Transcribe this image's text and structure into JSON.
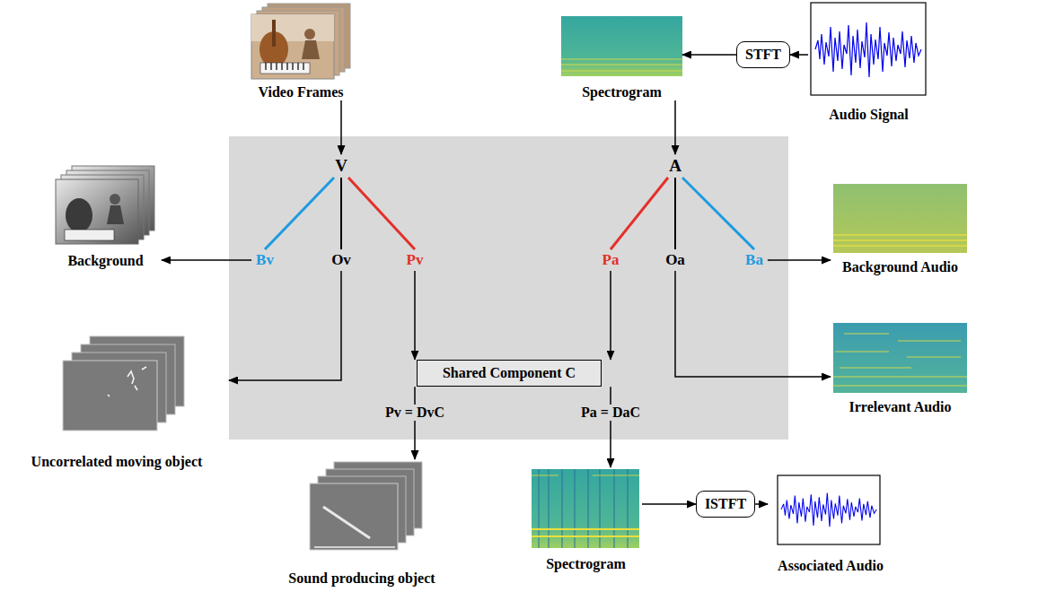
{
  "diagram": {
    "nodes": [
      {
        "text": [
          "Video Frames"
        ]
      },
      {
        "text": [
          "Spectrogram"
        ]
      },
      {
        "text": [
          "STFT"
        ]
      },
      {
        "text": [
          "Audio Signal"
        ]
      },
      {
        "text": [
          "V"
        ]
      },
      {
        "text": [
          "A"
        ]
      },
      {
        "text": [
          "Background"
        ]
      },
      {
        "text": [
          "Bv"
        ]
      },
      {
        "text": [
          "Ov"
        ]
      },
      {
        "text": [
          "Pv"
        ]
      },
      {
        "text": [
          "Pa"
        ]
      },
      {
        "text": [
          "Oa"
        ]
      },
      {
        "text": [
          "Ba"
        ]
      },
      {
        "text": [
          "Background Audio"
        ]
      },
      {
        "text": [
          "Uncorrelated moving object"
        ]
      },
      {
        "text": [
          "Shared Component C"
        ]
      },
      {
        "text": [
          "Irrelevant Audio"
        ]
      },
      {
        "text": [
          "Sound producing object"
        ]
      },
      {
        "text": [
          "Spectrogram"
        ]
      },
      {
        "text": [
          "ISTFT"
        ]
      },
      {
        "text": [
          "Associated Audio"
        ]
      }
    ],
    "edges": [
      {
        "from": 0,
        "to": 4,
        "arrow": "to"
      },
      {
        "from": 1,
        "to": 5,
        "arrow": "to"
      },
      {
        "from": 3,
        "to": 2,
        "arrow": "to"
      },
      {
        "from": 2,
        "to": 1,
        "arrow": "to"
      },
      {
        "from": 4,
        "to": 7,
        "arrow": "none"
      },
      {
        "from": 4,
        "to": 8,
        "arrow": "none"
      },
      {
        "from": 4,
        "to": 9,
        "arrow": "none"
      },
      {
        "from": 5,
        "to": 10,
        "arrow": "none"
      },
      {
        "from": 5,
        "to": 11,
        "arrow": "none"
      },
      {
        "from": 5,
        "to": 12,
        "arrow": "none"
      },
      {
        "from": 7,
        "to": 6,
        "arrow": "to"
      },
      {
        "from": 8,
        "to": 14,
        "arrow": "to"
      },
      {
        "from": 9,
        "to": 15,
        "arrow": "to"
      },
      {
        "from": 10,
        "to": 15,
        "arrow": "to"
      },
      {
        "from": 11,
        "to": 16,
        "arrow": "to"
      },
      {
        "from": 12,
        "to": 13,
        "arrow": "to"
      },
      {
        "from": 15,
        "to": 17,
        "arrow": "to"
      },
      {
        "from": 15,
        "to": 18,
        "arrow": "to"
      },
      {
        "from": 18,
        "to": 19,
        "arrow": "to"
      },
      {
        "from": 19,
        "to": 20,
        "arrow": "to"
      }
    ],
    "labels": [
      "Pv = DvC",
      "Pa = DaC"
    ]
  }
}
